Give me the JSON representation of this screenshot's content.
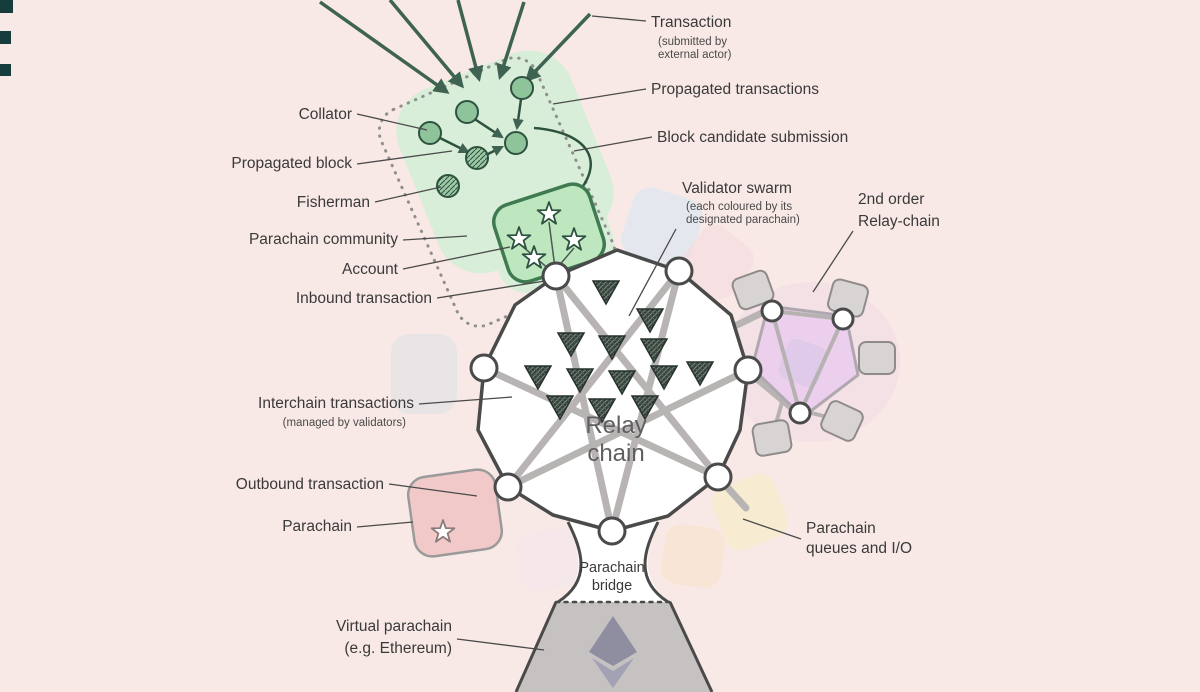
{
  "colors": {
    "background": "#f8e9e6",
    "outline": "#4a4a4a",
    "route_gray": "#b8b4b4",
    "green_dark": "#2e5240",
    "green_blob": "#d9eed9",
    "green_square": "#bfe7bf",
    "collator_fill": "#8fc49a",
    "pink_parachain": "#f2c9c9",
    "purple_fill": "#eccfec",
    "gray_square": "#d8d4d4",
    "funnel_gray": "#c6c2c2",
    "eth_upper": "#8e8ea0",
    "eth_lower": "#a2a2b4",
    "label_color": "#3a3a3a"
  },
  "icons": {
    "account": "star-shape",
    "validator": "hatched-triangle",
    "collator": "green-circle",
    "fisherman": "hatched-circle",
    "relay_node": "white-circle",
    "virtual_parachain": "ethereum-diamond"
  },
  "labels": {
    "transaction": {
      "text": "Transaction",
      "sub1": "(submitted by",
      "sub2": "external actor)"
    },
    "propagated_transactions": {
      "text": "Propagated transactions"
    },
    "collator": {
      "text": "Collator"
    },
    "block_candidate": {
      "text": "Block candidate submission"
    },
    "propagated_block": {
      "text": "Propagated block"
    },
    "fisherman": {
      "text": "Fisherman"
    },
    "parachain_community": {
      "text": "Parachain community"
    },
    "account": {
      "text": "Account"
    },
    "inbound_transaction": {
      "text": "Inbound transaction"
    },
    "validator_swarm": {
      "text": "Validator swarm",
      "sub1": "(each coloured by its",
      "sub2": "designated parachain)"
    },
    "second_order_relay": {
      "line1": "2nd order",
      "line2": "Relay-chain"
    },
    "interchain_transactions": {
      "text": "Interchain transactions",
      "sub": "(managed by validators)"
    },
    "outbound_transaction": {
      "text": "Outbound transaction"
    },
    "parachain": {
      "text": "Parachain"
    },
    "parachain_queues": {
      "line1": "Parachain",
      "line2": "queues and I/O"
    },
    "parachain_bridge": {
      "line1": "Parachain",
      "line2": "bridge"
    },
    "virtual_parachain": {
      "line1": "Virtual parachain",
      "line2": "(e.g. Ethereum)"
    },
    "relay_chain": {
      "line1": "Relay",
      "line2": "chain"
    }
  }
}
